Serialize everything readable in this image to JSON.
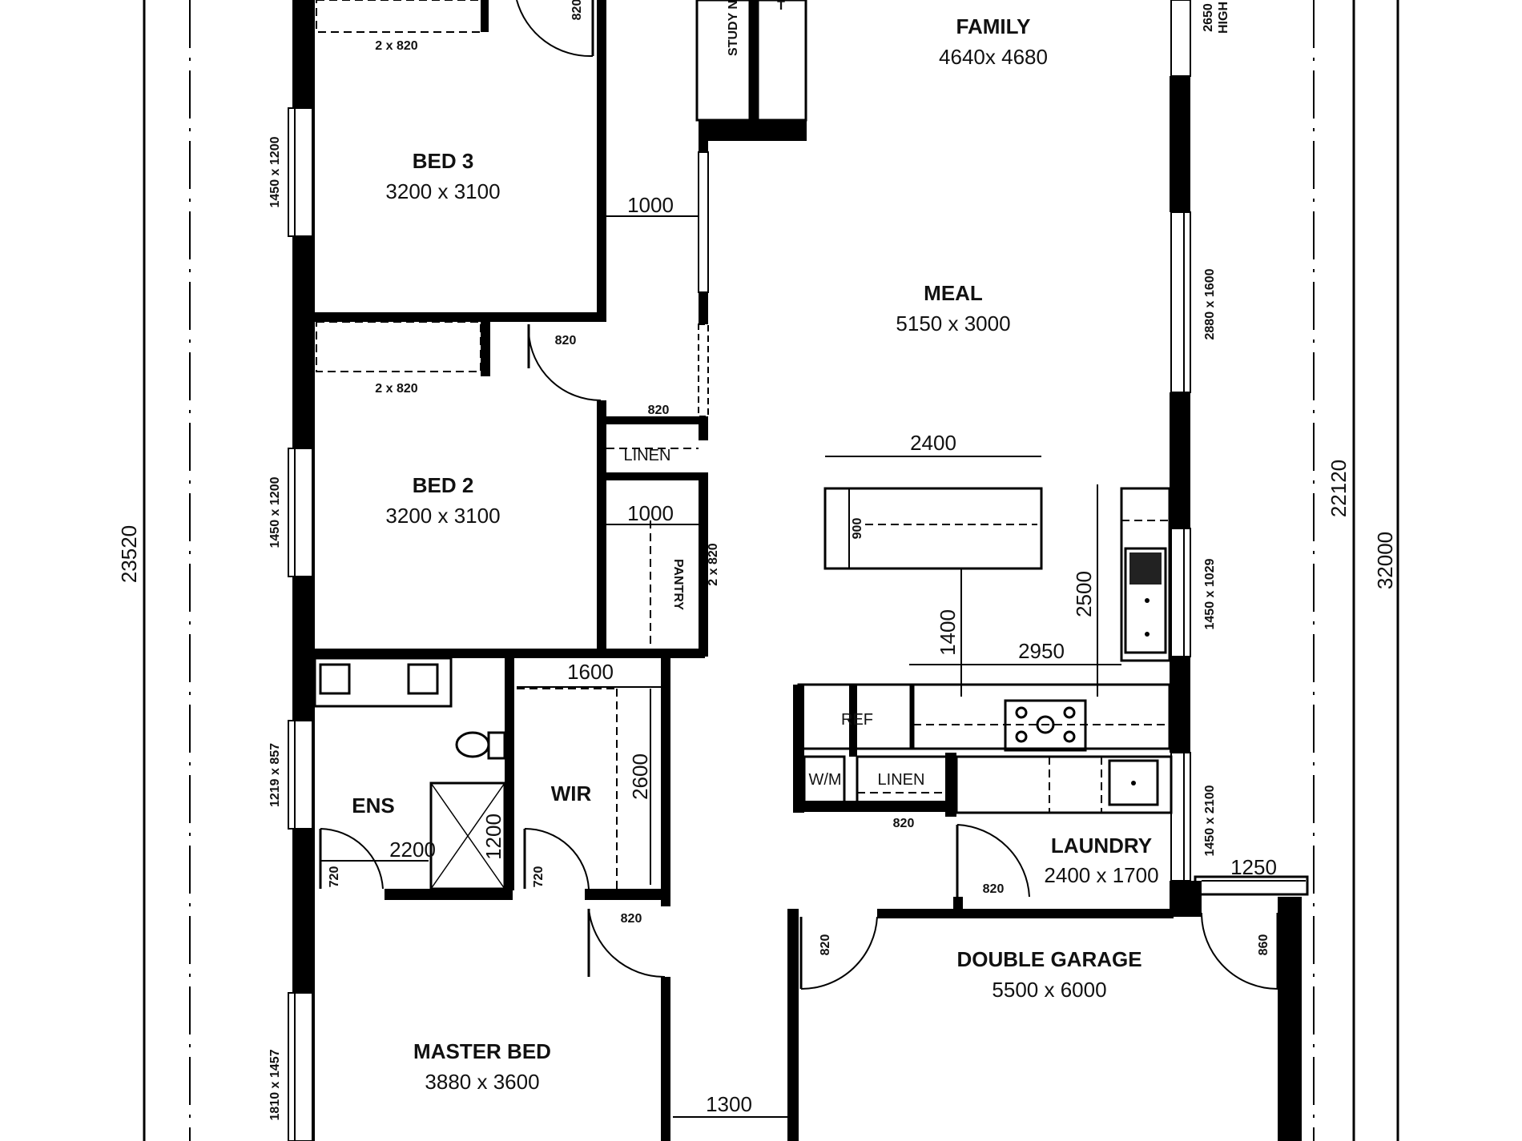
{
  "rooms": {
    "family": {
      "name": "FAMILY",
      "size": "4640x 4680"
    },
    "bed3": {
      "name": "BED 3",
      "size": "3200 x 3100"
    },
    "bed2": {
      "name": "BED 2",
      "size": "3200 x 3100"
    },
    "meal": {
      "name": "MEAL",
      "size": "5150 x 3000"
    },
    "laundry": {
      "name": "LAUNDRY",
      "size": "2400 x 1700"
    },
    "garage": {
      "name": "DOUBLE GARAGE",
      "size": "5500 x 6000"
    },
    "master": {
      "name": "MASTER BED",
      "size": "3880 x 3600"
    },
    "ens": {
      "name": "ENS"
    },
    "wir": {
      "name": "WIR"
    },
    "linen_hall": {
      "name": "LINEN"
    },
    "linen_kitchen": {
      "name": "LINEN"
    },
    "pantry": {
      "name": "PANTRY"
    },
    "ref": {
      "name": "REF"
    },
    "wm": {
      "name": "W/M"
    },
    "study": {
      "name": "STUDY N"
    },
    "top_t": {
      "name": "T"
    }
  },
  "labels": {
    "robe_bed3": "2 x 820",
    "robe_bed2": "2 x 820",
    "pantry_shelf": "2 x 820",
    "door_bed3": "820",
    "door_bed2": "820",
    "door_linen": "820",
    "door_ens": "720",
    "door_wir": "720",
    "door_master": "820",
    "door_kitchen_linen": "820",
    "door_laundry": "820",
    "door_garage_left": "820",
    "door_garage_right": "860",
    "win_bed3": "1450 x 1200",
    "win_bed2": "1450 x 1200",
    "win_ens": "1219 x 857",
    "win_master": "1810 x 1457",
    "win_meal": "2880 x 1600",
    "win_kitchen": "1450 x 1029",
    "win_laundry": "1450 x 2100",
    "win_family_top": "2650",
    "win_family_top2": "HIGH"
  },
  "dimensions": {
    "hall_1": "1000",
    "hall_2": "1000",
    "wir_width": "1600",
    "wir_depth": "2600",
    "ens_shower": "2200",
    "ens_shower_h": "1200",
    "island_len": "2400",
    "island_depth": "900",
    "kitchen_1400": "1400",
    "kitchen_2500": "2500",
    "kitchen_2950": "2950",
    "laundry_1250": "1250",
    "entry_1300": "1300",
    "overall_left": "23520",
    "overall_right_inner": "22120",
    "overall_right_outer": "32000"
  }
}
